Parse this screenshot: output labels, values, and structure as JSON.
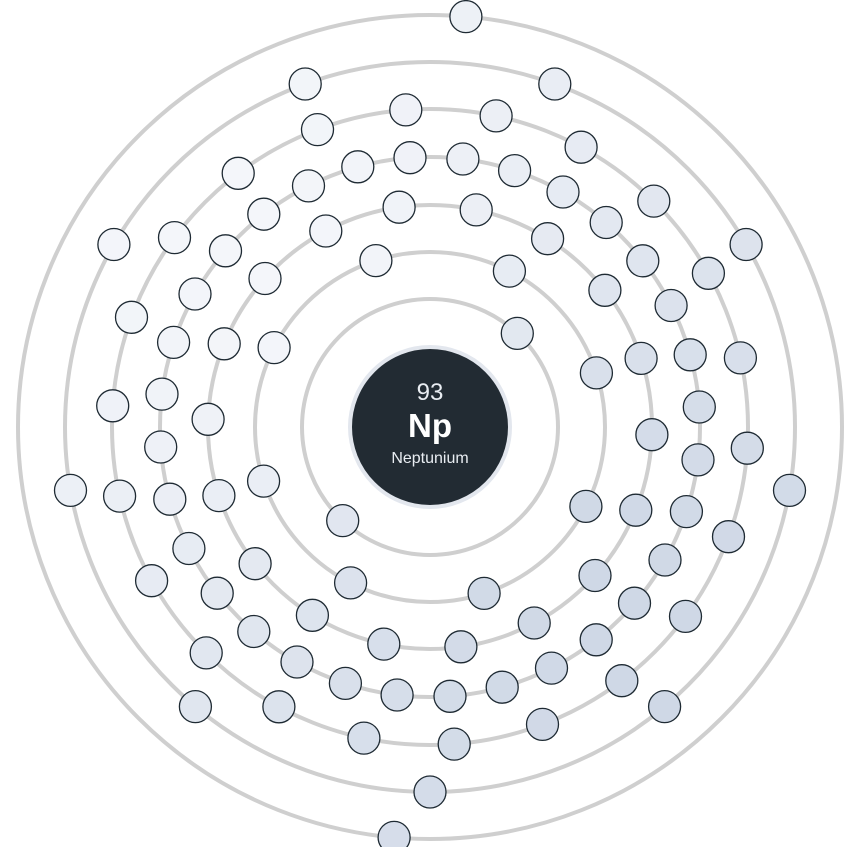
{
  "element": {
    "atomic_number": "93",
    "symbol": "Np",
    "name": "Neptunium"
  },
  "shells": [
    {
      "electrons": 2,
      "start_angle": -47
    },
    {
      "electrons": 8,
      "start_angle": -63
    },
    {
      "electrons": 18,
      "start_angle": -78
    },
    {
      "electrons": 32,
      "start_angle": -83
    },
    {
      "electrons": 22,
      "start_angle": -78
    },
    {
      "electrons": 9,
      "start_angle": -70
    },
    {
      "electrons": 2,
      "start_angle": -85
    }
  ],
  "colors": {
    "shell_stroke": "#cfcfcf",
    "nucleus_fill": "#222b33",
    "electron_light": "#f4f6fa",
    "electron_dark": "#cfd8e6",
    "electron_stroke": "#1e2a33"
  }
}
